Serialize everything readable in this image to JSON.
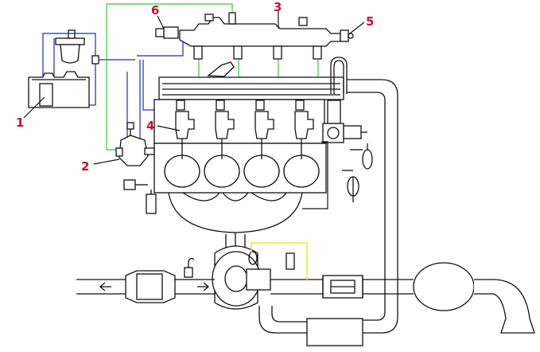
{
  "callouts": [
    {
      "id": "1",
      "label": "1"
    },
    {
      "id": "2",
      "label": "2"
    },
    {
      "id": "3",
      "label": "3"
    },
    {
      "id": "4",
      "label": "4"
    },
    {
      "id": "5",
      "label": "5"
    },
    {
      "id": "6",
      "label": "6"
    }
  ],
  "colors": {
    "callout_text": "#c8102e",
    "outline": "#111111",
    "blue_line": "#1f2bb8",
    "green_line": "#38c838",
    "yellow_line": "#e6e600",
    "fill": "#ffffff"
  }
}
